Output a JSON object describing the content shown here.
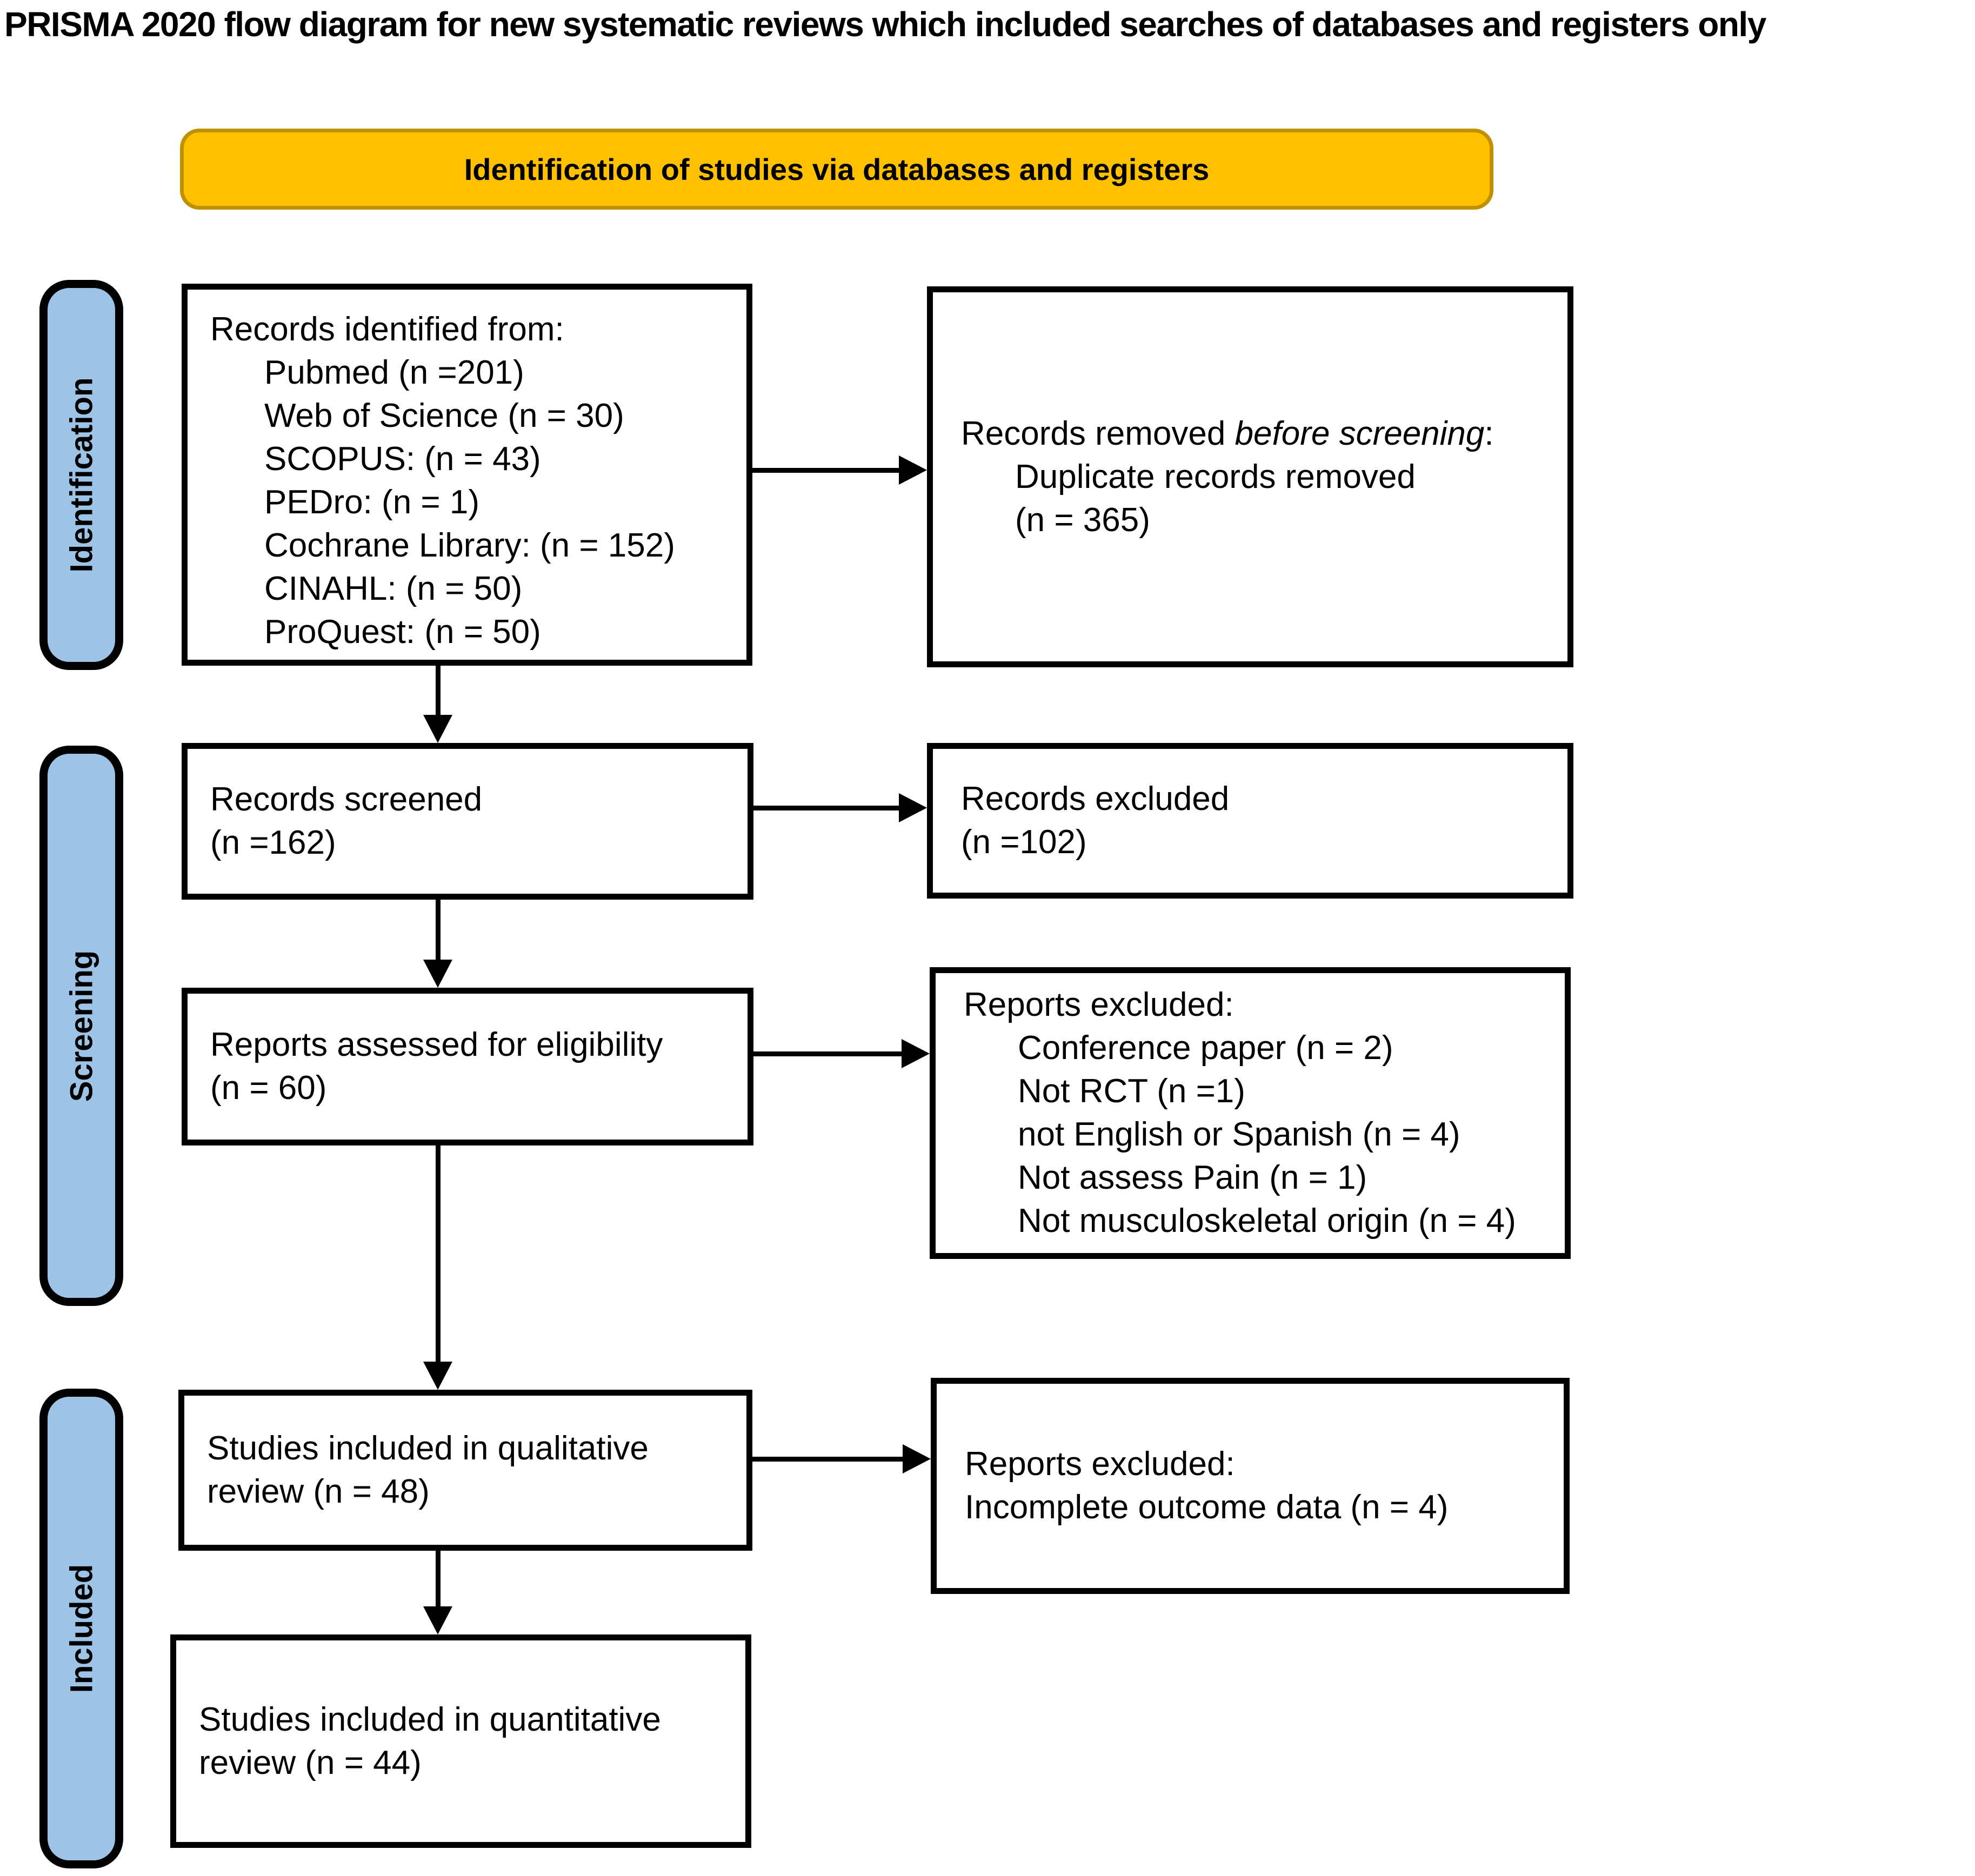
{
  "title": "PRISMA 2020 flow diagram for new systematic reviews which included searches of databases and registers only",
  "banner": {
    "label": "Identification of studies via databases and registers"
  },
  "stages": [
    {
      "label": "Identification"
    },
    {
      "label": "Screening"
    },
    {
      "label": "Included"
    }
  ],
  "boxes": {
    "identified": {
      "lines": [
        "Records identified from:",
        "Pubmed (n =201)",
        "Web of Science (n = 30)",
        "SCOPUS: (n = 43)",
        "PEDro: (n = 1)",
        "Cochrane Library: (n = 152)",
        "CINAHL: (n = 50)",
        "ProQuest: (n = 50)"
      ]
    },
    "removed": {
      "prefix": "Records removed ",
      "emphasis": "before screening",
      "suffix": ":",
      "lines": [
        "Duplicate records removed",
        "(n = 365)"
      ]
    },
    "screened": {
      "lines": [
        "Records screened",
        "(n =162)"
      ]
    },
    "records_excluded": {
      "lines": [
        "Records excluded",
        "(n =102)"
      ]
    },
    "assessed": {
      "lines": [
        "Reports assessed for eligibility",
        "(n = 60)"
      ]
    },
    "reports_excluded": {
      "header": "Reports excluded:",
      "items": [
        "Conference paper (n = 2)",
        "Not RCT (n =1)",
        "not English or Spanish (n = 4)",
        "Not assess Pain (n = 1)",
        "Not musculoskeletal origin (n = 4)"
      ]
    },
    "qualitative": {
      "text": "Studies included in qualitative review (n = 48)"
    },
    "outcome_excluded": {
      "lines": [
        "Reports excluded:",
        "Incomplete outcome data (n = 4)"
      ]
    },
    "quantitative": {
      "text": "Studies included in quantitative review (n = 44)"
    }
  },
  "colors": {
    "banner_fill": "#FFC000",
    "banner_border": "#BF9000",
    "stage_fill": "#9DC3E6",
    "stage_border": "#000000",
    "line": "#000000"
  }
}
